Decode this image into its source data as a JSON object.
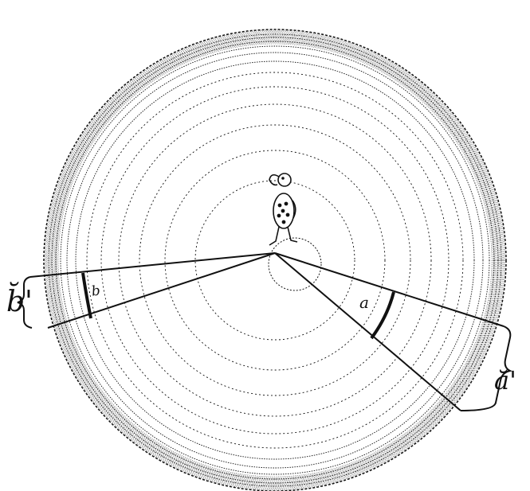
{
  "figure": {
    "labels": {
      "outer_left": "b̆'",
      "inner_left": "b",
      "outer_right": "ă'",
      "inner_right": "a"
    },
    "colors": {
      "ink": "#111111",
      "paper": "#ffffff"
    },
    "icons": {
      "center": "standing-figure-icon"
    }
  }
}
